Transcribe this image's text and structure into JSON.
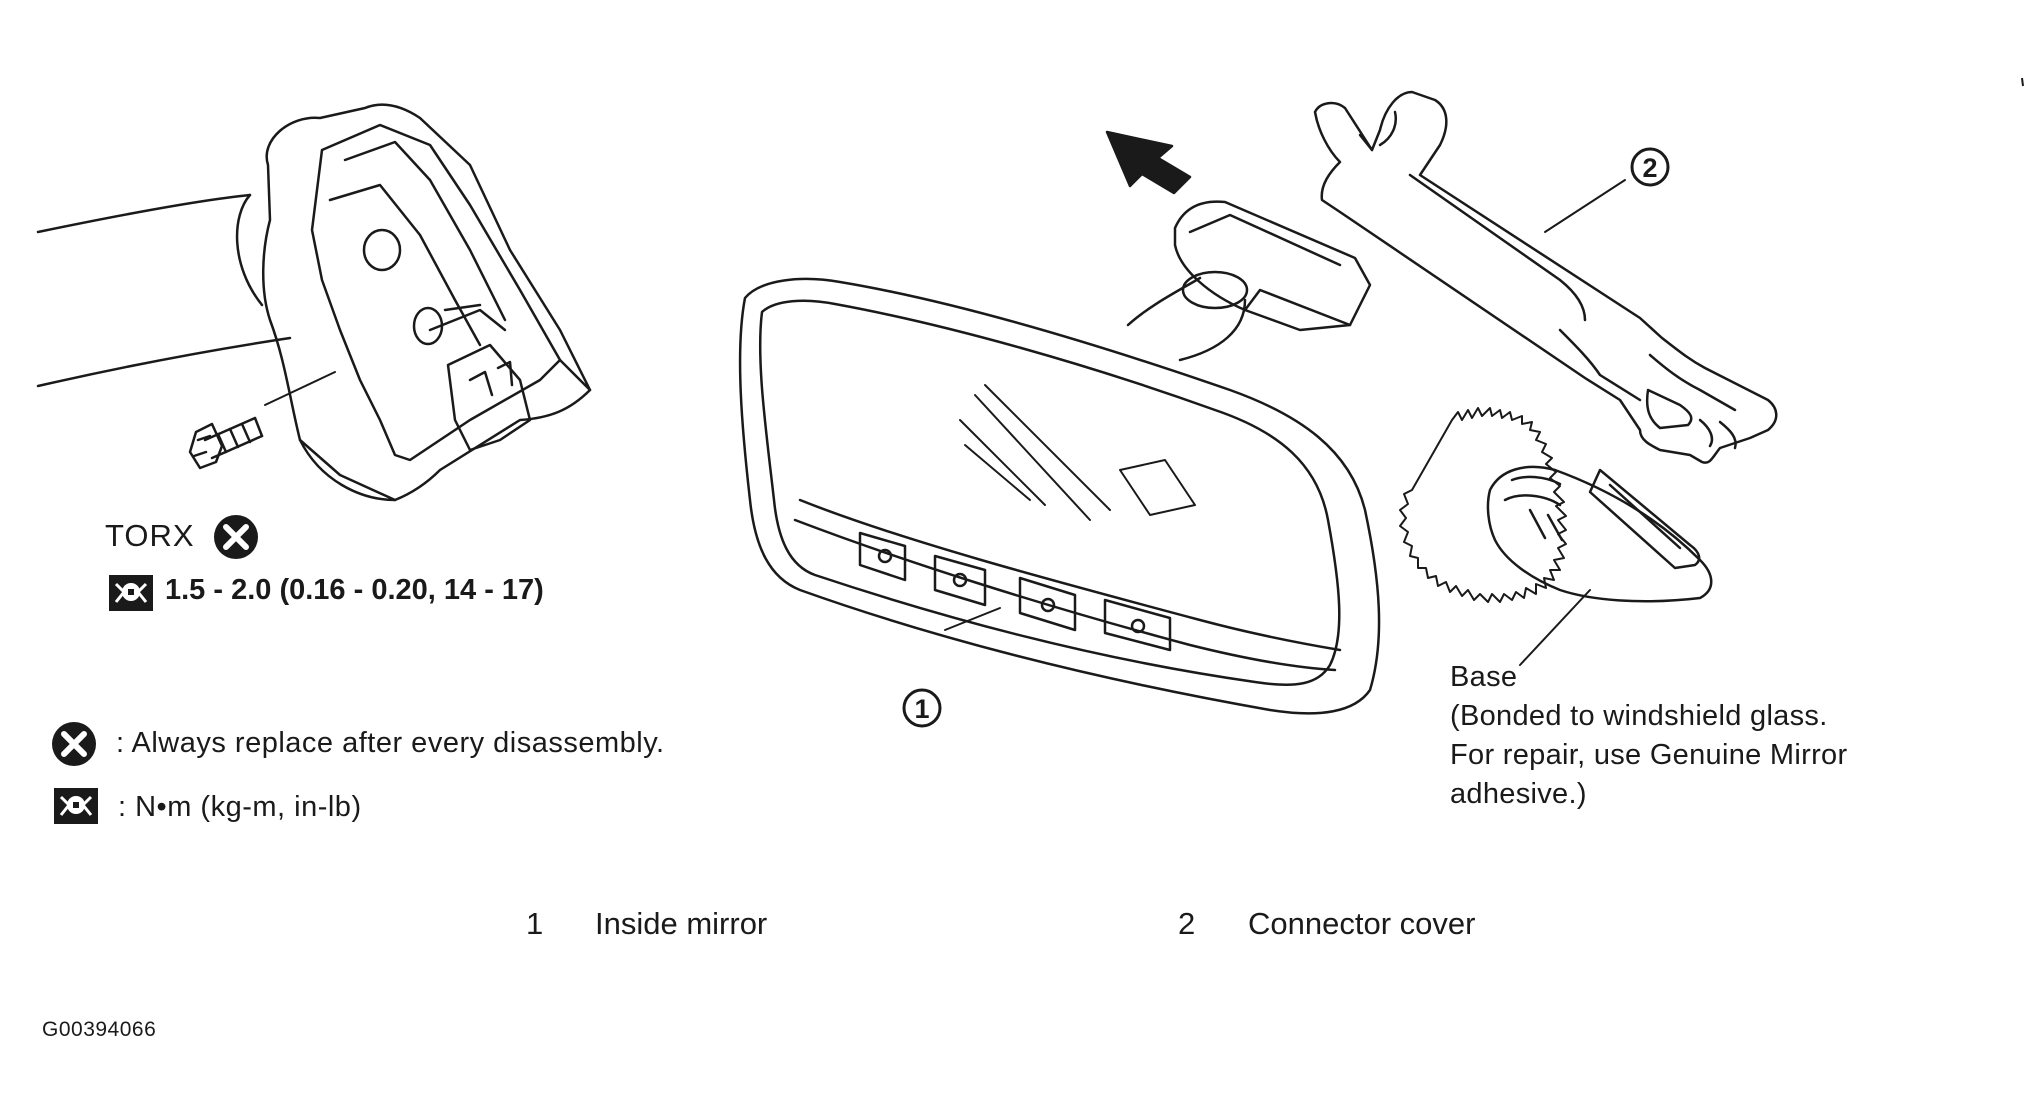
{
  "figure": {
    "torx_label": "TORX",
    "torque_value": "1.5 - 2.0 (0.16 - 0.20, 14 - 17)",
    "callout_1": "1",
    "callout_2": "2",
    "base_label": "Base",
    "base_note_line1": "(Bonded to windshield glass.",
    "base_note_line2": "For repair, use Genuine Mirror",
    "base_note_line3": "adhesive.)"
  },
  "legend": {
    "replace_text": ": Always replace after every disassembly.",
    "torque_unit_text": ":  N•m  (kg-m,  in-lb)"
  },
  "parts": [
    {
      "number": "1",
      "name": "Inside mirror"
    },
    {
      "number": "2",
      "name": "Connector cover"
    }
  ],
  "figure_id": "G00394066",
  "icons": {
    "replace": "replace-x-icon",
    "torque": "torque-wrench-icon",
    "direction": "removal-direction-arrow-icon"
  },
  "colors": {
    "ink": "#1a1a1a",
    "paper": "#ffffff"
  }
}
